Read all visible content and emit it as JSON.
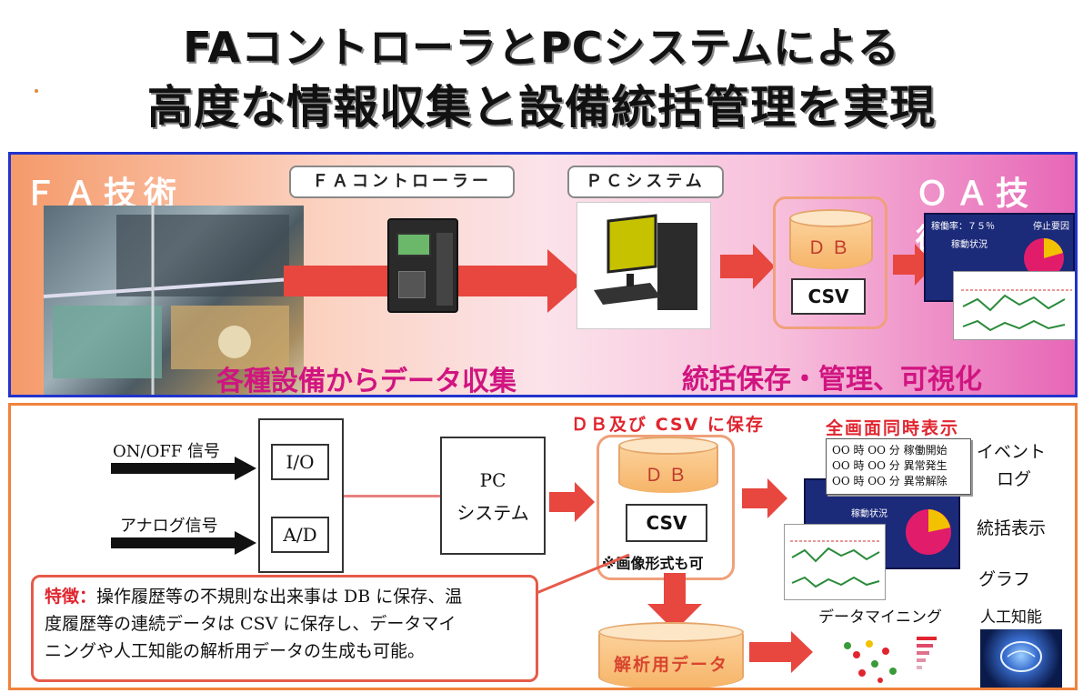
{
  "title": {
    "line1": "FAコントローラとPCシステムによる",
    "line2": "高度な情報収集と設備統括管理を実現"
  },
  "top": {
    "fa_label": "ＦＡ技術",
    "oa_label": "ＯＡ技術",
    "chip_fa": "ＦＡコントローラー",
    "chip_pc": "ＰＣシステム",
    "db": "ＤＢ",
    "csv": "CSV",
    "caption_left": "各種設備からデータ収集",
    "caption_right": "統括保存・管理、可視化",
    "screen_rate": "稼働率：７５％",
    "screen_stop": "停止要因",
    "screen_status": "稼動状況"
  },
  "bottom": {
    "sig_onoff": "ON/OFF 信号",
    "sig_analog": "アナログ信号",
    "io": "I/O",
    "ad": "A/D",
    "pc_line1": "PC",
    "pc_line2": "システム",
    "db_csv_title": "ＤＢ及び CSV に保存",
    "db": "ＤＢ",
    "csv": "CSV",
    "image_ok": "※画像形式も可",
    "analysis": "解析用データ",
    "fullscreen_title": "全画面同時表示",
    "events": [
      "OO 時 OO 分 稼働開始",
      "OO 時 OO 分 異常発生",
      "OO 時 OO 分 異常解除"
    ],
    "label_event1": "イベント",
    "label_event2": "ログ",
    "label_summary": "統括表示",
    "label_graph": "グラフ",
    "label_mining": "データマイニング",
    "label_ai": "人工知能",
    "screen_status": "稼動状況",
    "note_head": "特徴：",
    "note_line1": "操作履歴等の不規則な出来事は DB に保存、温",
    "note_line2": "度履歴等の連続データは CSV に保存し、データマイ",
    "note_line3": "ニングや人工知能の解析用データの生成も可能。"
  },
  "colors": {
    "top_border": "#2233cc",
    "bottom_border": "#f0823c",
    "accent_red": "#e0252f",
    "magenta": "#d01580"
  }
}
